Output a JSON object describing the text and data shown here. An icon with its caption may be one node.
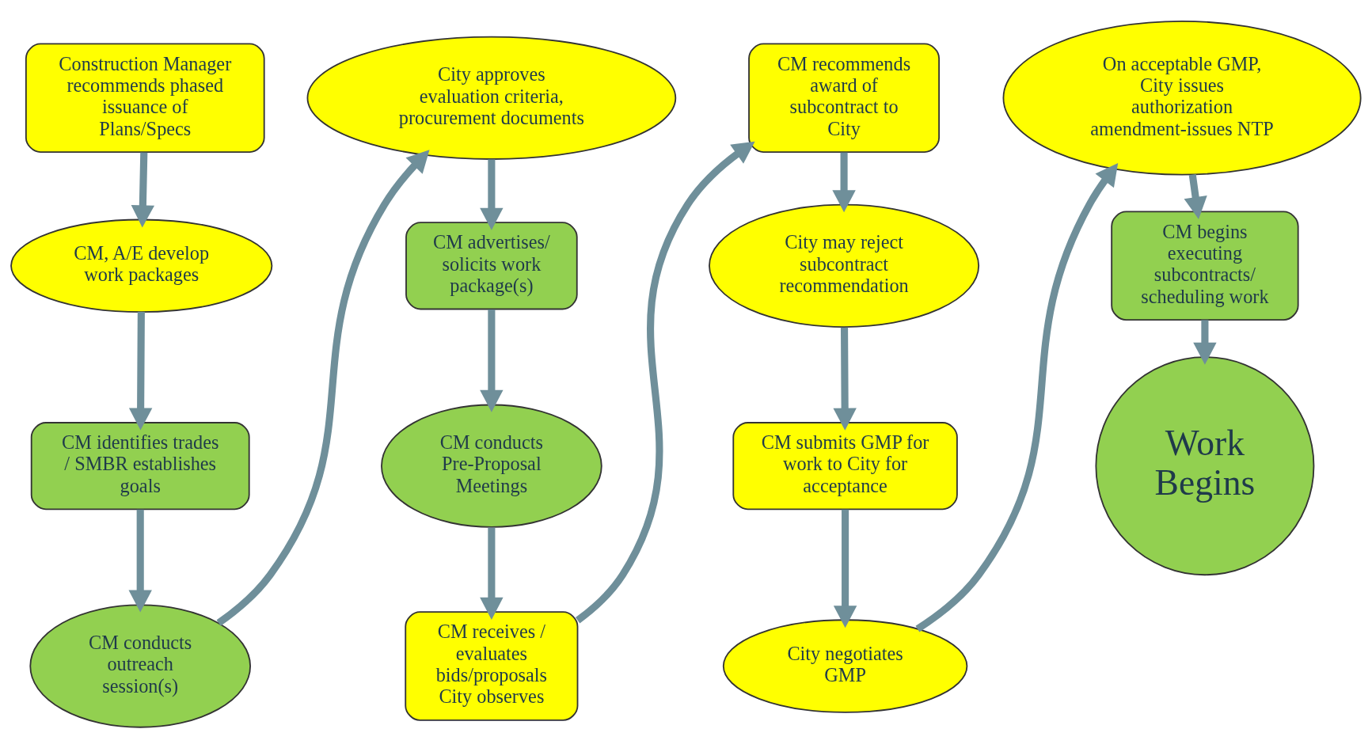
{
  "diagram": {
    "nodes": [
      {
        "text": [
          "Construction Manager recommends phased issuance of Plans/Specs"
        ]
      },
      {
        "text": [
          "CM, A/E develop work packages"
        ]
      },
      {
        "text": [
          "CM identifies trades / SMBR establishes goals"
        ]
      },
      {
        "text": [
          "CM conducts outreach session(s)"
        ]
      },
      {
        "text": [
          "City approves evaluation criteria, procurement documents"
        ]
      },
      {
        "text": [
          "CM advertises/ solicits work package(s)"
        ]
      },
      {
        "text": [
          "CM conducts Pre-Proposal Meetings"
        ]
      },
      {
        "text": [
          "CM receives / evaluates bids/proposals City observes"
        ]
      },
      {
        "text": [
          "CM recommends award of subcontract to City"
        ]
      },
      {
        "text": [
          "City may reject subcontract recommendation"
        ]
      },
      {
        "text": [
          "CM submits GMP for work to City for acceptance"
        ]
      },
      {
        "text": [
          "City negotiates GMP"
        ]
      },
      {
        "text": [
          "On acceptable GMP, City issues authorization amendment-issues NTP"
        ]
      },
      {
        "text": [
          "CM begins executing subcontracts/ scheduling work"
        ]
      },
      {
        "text": [
          "Work Begins"
        ]
      }
    ],
    "edges": [
      {
        "from": 0,
        "to": 1,
        "arrow": "to"
      },
      {
        "from": 1,
        "to": 2,
        "arrow": "to"
      },
      {
        "from": 2,
        "to": 3,
        "arrow": "to"
      },
      {
        "from": 3,
        "to": 4,
        "arrow": "to"
      },
      {
        "from": 4,
        "to": 5,
        "arrow": "to"
      },
      {
        "from": 5,
        "to": 6,
        "arrow": "to"
      },
      {
        "from": 6,
        "to": 7,
        "arrow": "to"
      },
      {
        "from": 7,
        "to": 8,
        "arrow": "to"
      },
      {
        "from": 8,
        "to": 9,
        "arrow": "to"
      },
      {
        "from": 9,
        "to": 10,
        "arrow": "to"
      },
      {
        "from": 10,
        "to": 11,
        "arrow": "to"
      },
      {
        "from": 11,
        "to": 12,
        "arrow": "to"
      },
      {
        "from": 12,
        "to": 13,
        "arrow": "to"
      },
      {
        "from": 13,
        "to": 14,
        "arrow": "to"
      }
    ]
  }
}
